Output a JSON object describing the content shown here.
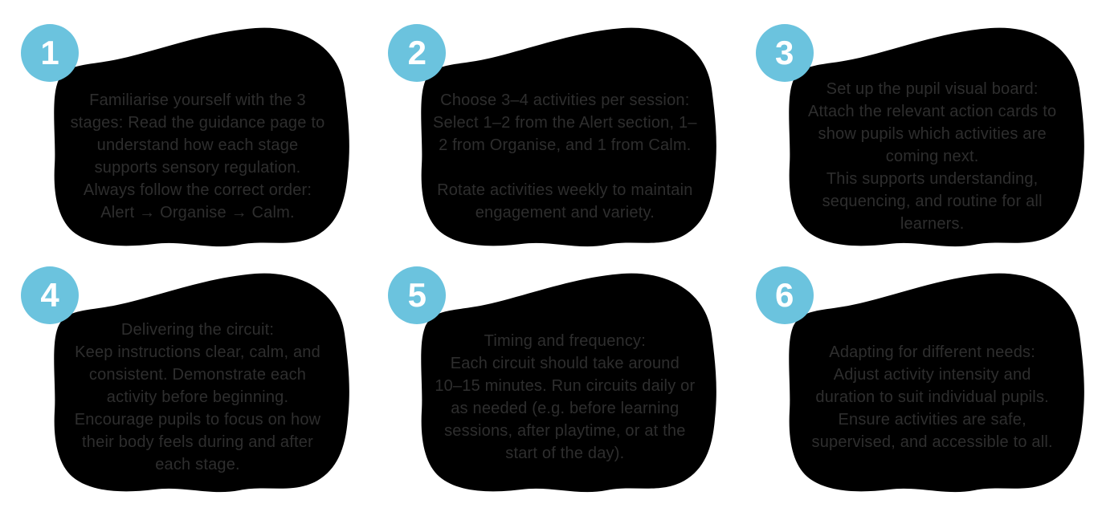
{
  "colors": {
    "accent": "#6bc3de",
    "text": "#2e2e2e",
    "number": "#ffffff",
    "background": "#ffffff"
  },
  "cards": [
    {
      "number": "1",
      "lines": [
        "Familiarise yourself with the 3",
        "stages: Read the guidance page to",
        "understand how each stage",
        "supports sensory regulation.",
        "Always follow the correct order:",
        "Alert → Organise → Calm."
      ]
    },
    {
      "number": "2",
      "lines": [
        "Choose 3–4 activities per session:",
        "Select 1–2 from the Alert section, 1–",
        "2 from Organise, and 1 from Calm.",
        "",
        "Rotate activities weekly to maintain",
        "engagement and variety."
      ]
    },
    {
      "number": "3",
      "lines": [
        "Set up the pupil visual board:",
        "Attach the relevant action cards to",
        "show pupils which activities are",
        "coming next.",
        "This supports understanding,",
        "sequencing, and routine for all",
        "learners."
      ]
    },
    {
      "number": "4",
      "lines": [
        "Delivering the circuit:",
        "Keep instructions clear, calm, and",
        "consistent. Demonstrate each",
        "activity before beginning.",
        "Encourage pupils to focus on how",
        "their body feels during and after",
        "each stage."
      ]
    },
    {
      "number": "5",
      "lines": [
        "Timing and frequency:",
        "Each circuit should take around",
        "10–15 minutes. Run circuits daily or",
        "as needed (e.g. before learning",
        "sessions, after playtime, or at the",
        "start of the day)."
      ]
    },
    {
      "number": "6",
      "lines": [
        "Adapting for different needs:",
        "Adjust activity intensity and",
        "duration to suit individual pupils.",
        "Ensure activities are safe,",
        "supervised, and accessible to all."
      ]
    }
  ]
}
